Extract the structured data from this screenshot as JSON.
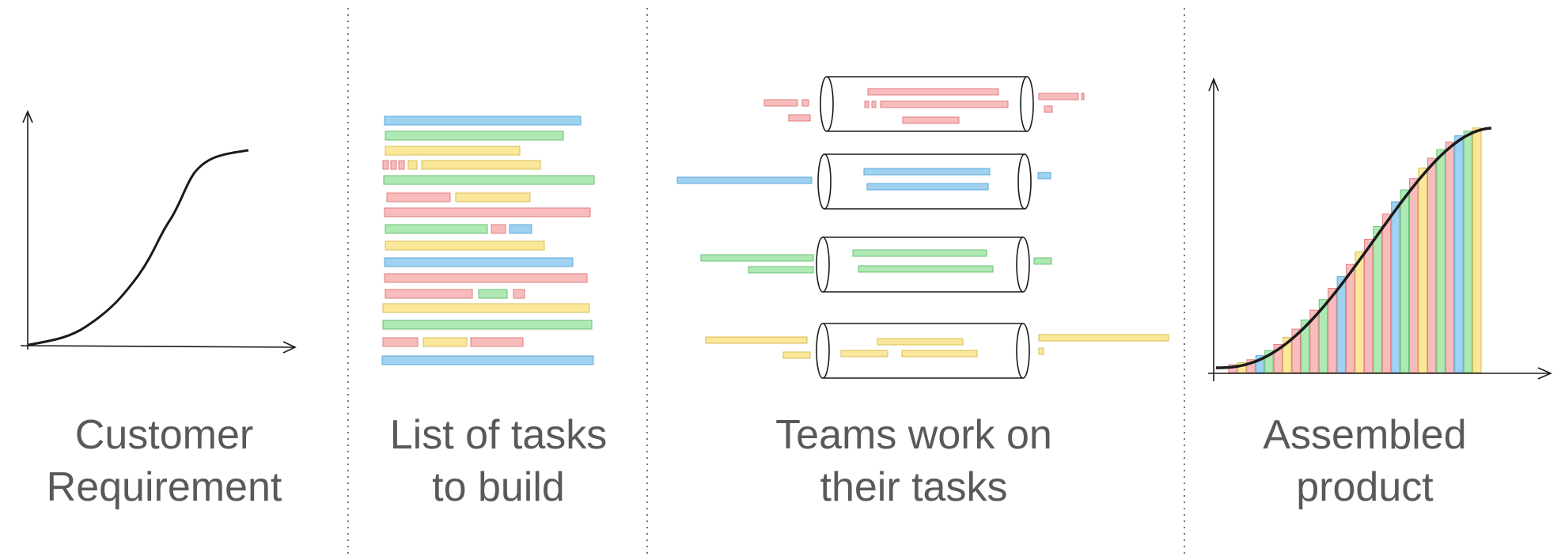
{
  "colors": {
    "blue": "#9fd1f1",
    "blue_stroke": "#5ea9da",
    "green": "#aee9b3",
    "green_stroke": "#6cc074",
    "yellow": "#fbe79a",
    "yellow_stroke": "#d9bd55",
    "pink": "#f8bcbc",
    "pink_stroke": "#de7f7f",
    "ink": "#1a1a1a",
    "caption": "#595959",
    "divider": "#777777"
  },
  "panels": [
    {
      "caption_lines": [
        "Customer",
        "Requirement"
      ]
    },
    {
      "caption_lines": [
        "List of tasks",
        "to build"
      ]
    },
    {
      "caption_lines": [
        "Teams work on",
        "their tasks"
      ]
    },
    {
      "caption_lines": [
        "Assembled",
        "product"
      ]
    }
  ],
  "task_list_rows": [
    [
      "blue"
    ],
    [
      "green"
    ],
    [
      "yellow"
    ],
    [
      "pink",
      "pink",
      "pink",
      "yellow",
      "yellow"
    ],
    [
      "green"
    ],
    [
      "pink",
      "yellow"
    ],
    [
      "pink"
    ],
    [
      "green",
      "pink",
      "blue"
    ],
    [
      "yellow"
    ],
    [
      "blue"
    ],
    [
      "pink"
    ],
    [
      "pink",
      "green",
      "pink"
    ],
    [
      "yellow"
    ],
    [
      "green"
    ],
    [
      "pink",
      "yellow",
      "pink"
    ],
    [
      "blue"
    ]
  ],
  "teams": [
    {
      "color": "pink",
      "tasks_inside": 3,
      "tasks_waiting": 3,
      "tasks_done": 2
    },
    {
      "color": "blue",
      "tasks_inside": 2,
      "tasks_waiting": 1,
      "tasks_done": 1
    },
    {
      "color": "green",
      "tasks_inside": 2,
      "tasks_waiting": 2,
      "tasks_done": 1
    },
    {
      "color": "yellow",
      "tasks_inside": 3,
      "tasks_waiting": 2,
      "tasks_done": 2
    }
  ],
  "assembled_bar_colors": [
    "pink",
    "yellow",
    "pink",
    "blue",
    "green",
    "pink",
    "yellow",
    "pink",
    "green",
    "pink",
    "green",
    "pink",
    "blue",
    "pink",
    "yellow",
    "pink",
    "green",
    "pink",
    "blue",
    "green",
    "pink",
    "yellow",
    "pink",
    "green",
    "pink",
    "blue",
    "green",
    "yellow"
  ]
}
